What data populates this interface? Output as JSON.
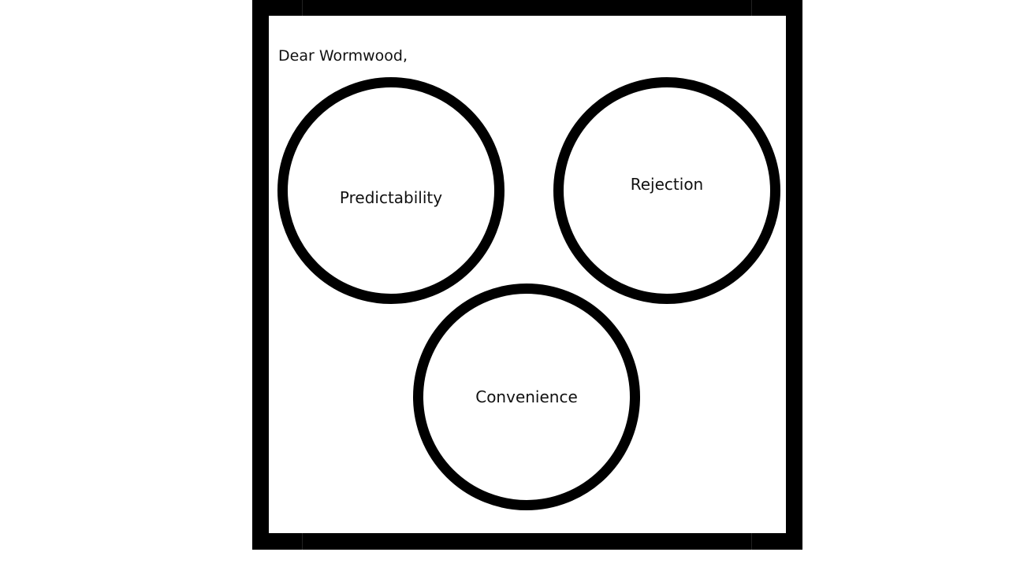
{
  "greeting": "Dear Wormwood,",
  "circles": [
    {
      "label": "Predictability"
    },
    {
      "label": "Rejection"
    },
    {
      "label": "Convenience"
    }
  ]
}
